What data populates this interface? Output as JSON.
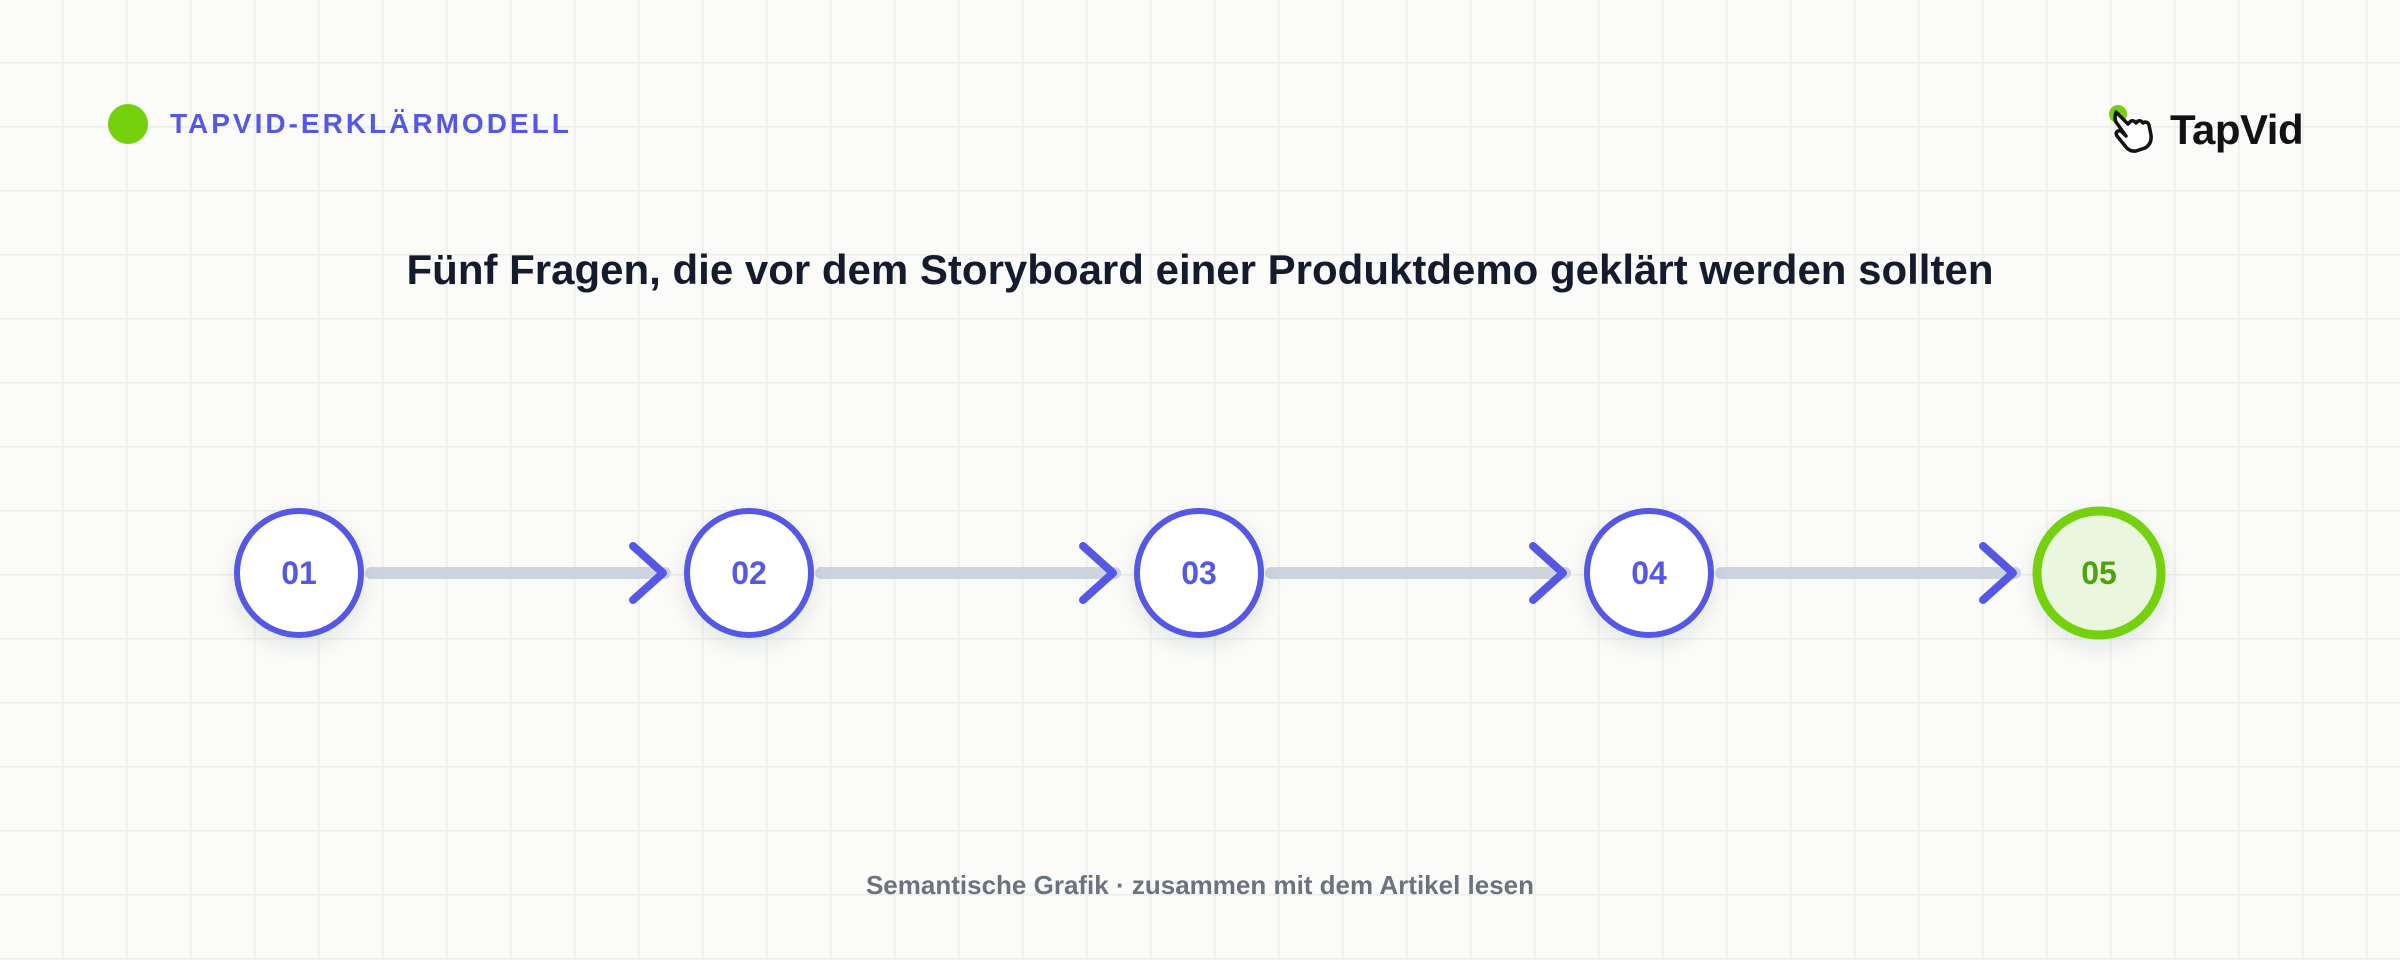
{
  "header": {
    "eyebrow_label": "TAPVID-ERKLÄRMODELL",
    "logo_text": "TapVid"
  },
  "diagram": {
    "title": "Fünf Fragen, die vor dem Storyboard einer Produktdemo geklärt werden sollten",
    "steps": [
      {
        "label": "01",
        "highlight": false
      },
      {
        "label": "02",
        "highlight": false
      },
      {
        "label": "03",
        "highlight": false
      },
      {
        "label": "04",
        "highlight": false
      },
      {
        "label": "05",
        "highlight": true
      }
    ]
  },
  "footer": {
    "note": "Semantische Grafik · zusammen mit dem Artikel lesen"
  },
  "colors": {
    "accent_indigo": "#5458e4",
    "accent_green": "#74d10c",
    "green_text": "#4ea30a",
    "green_fill": "#eaf6de",
    "connector": "#cdd4df",
    "title": "#141b2d",
    "muted": "#6b7280"
  },
  "icons": {
    "eyebrow": "green-dot-icon",
    "logo": "pointing-hand-icon",
    "connector_head": "chevron-right-icon"
  }
}
